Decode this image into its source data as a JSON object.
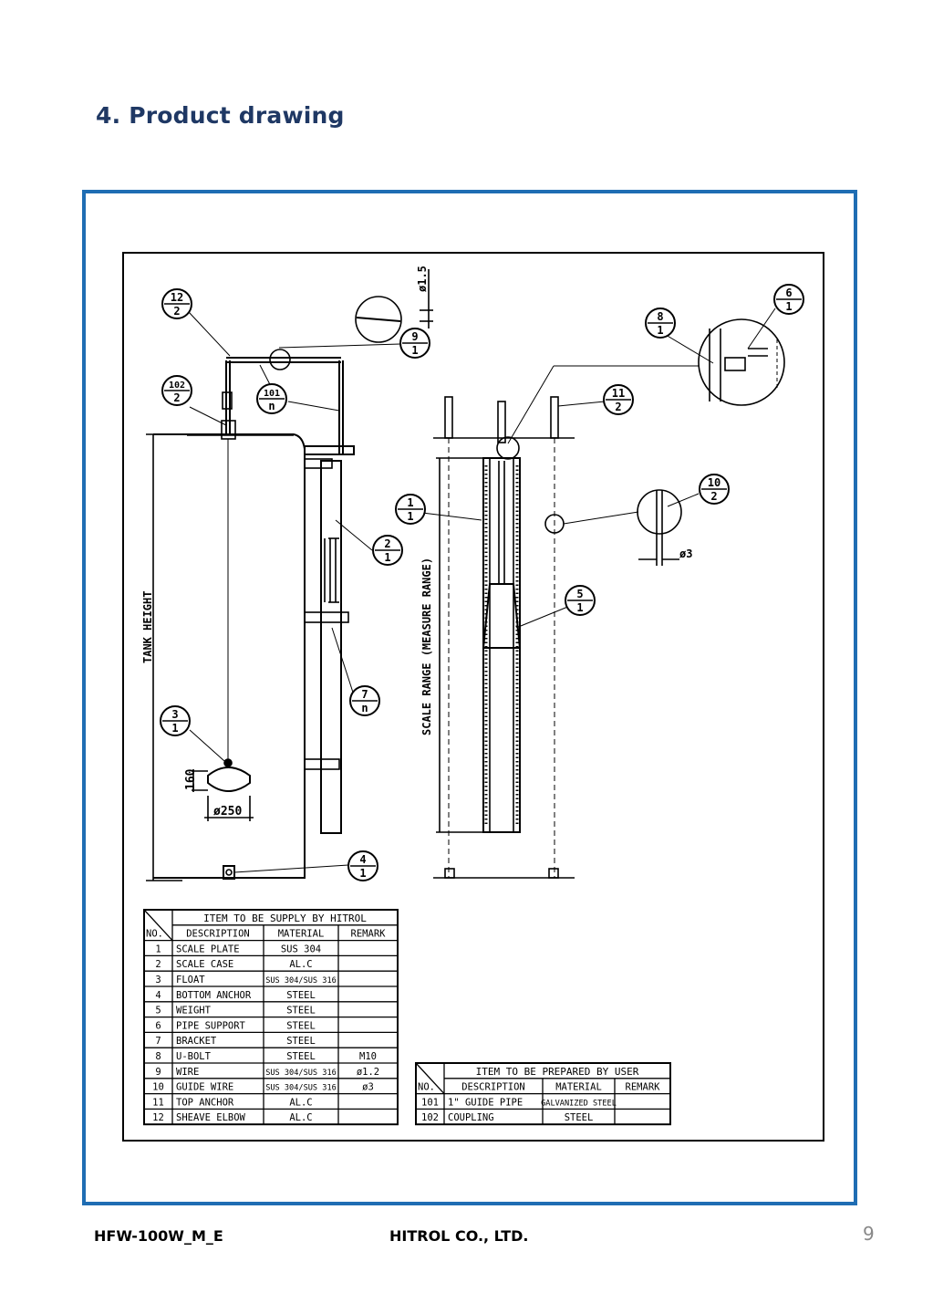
{
  "page": {
    "title": "4. Product drawing",
    "footer_code": "HFW-100W_M_E",
    "footer_company": "HITROL CO., LTD.",
    "page_number": "9"
  },
  "drawing": {
    "balloons": [
      {
        "top": "12",
        "bottom": "2"
      },
      {
        "top": "9",
        "bottom": "1"
      },
      {
        "top": "102",
        "bottom": "2"
      },
      {
        "top": "101",
        "bottom": "n"
      },
      {
        "top": "8",
        "bottom": "1"
      },
      {
        "top": "6",
        "bottom": "1"
      },
      {
        "top": "11",
        "bottom": "2"
      },
      {
        "top": "1",
        "bottom": "1"
      },
      {
        "top": "2",
        "bottom": "1"
      },
      {
        "top": "10",
        "bottom": "2"
      },
      {
        "top": "5",
        "bottom": "1"
      },
      {
        "top": "7",
        "bottom": "n"
      },
      {
        "top": "3",
        "bottom": "1"
      },
      {
        "top": "4",
        "bottom": "1"
      }
    ],
    "dimensions": {
      "wire_dia": "ø1.5",
      "guide_wire_dia": "ø3",
      "float_height": "160",
      "float_dia": "ø250",
      "tank_height": "TANK HEIGHT",
      "scale_range": "SCALE RANGE (MEASURE RANGE)"
    }
  },
  "supply_table": {
    "title": "ITEM TO BE SUPPLY BY HITROL",
    "headers": [
      "NO.",
      "DESCRIPTION",
      "MATERIAL",
      "REMARK"
    ],
    "rows": [
      [
        "1",
        "SCALE PLATE",
        "SUS 304",
        ""
      ],
      [
        "2",
        "SCALE CASE",
        "AL.C",
        ""
      ],
      [
        "3",
        "FLOAT",
        "SUS 304/SUS 316",
        ""
      ],
      [
        "4",
        "BOTTOM ANCHOR",
        "STEEL",
        ""
      ],
      [
        "5",
        "WEIGHT",
        "STEEL",
        ""
      ],
      [
        "6",
        "PIPE SUPPORT",
        "STEEL",
        ""
      ],
      [
        "7",
        "BRACKET",
        "STEEL",
        ""
      ],
      [
        "8",
        "U-BOLT",
        "STEEL",
        "M10"
      ],
      [
        "9",
        "WIRE",
        "SUS 304/SUS 316",
        "ø1.2"
      ],
      [
        "10",
        "GUIDE WIRE",
        "SUS 304/SUS 316",
        "ø3"
      ],
      [
        "11",
        "TOP ANCHOR",
        "AL.C",
        ""
      ],
      [
        "12",
        "SHEAVE ELBOW",
        "AL.C",
        ""
      ]
    ]
  },
  "user_table": {
    "title": "ITEM TO BE PREPARED BY USER",
    "headers": [
      "NO.",
      "DESCRIPTION",
      "MATERIAL",
      "REMARK"
    ],
    "rows": [
      [
        "101",
        "1\" GUIDE PIPE",
        "GALVANIZED STEEL",
        ""
      ],
      [
        "102",
        "COUPLING",
        "STEEL",
        ""
      ]
    ]
  }
}
